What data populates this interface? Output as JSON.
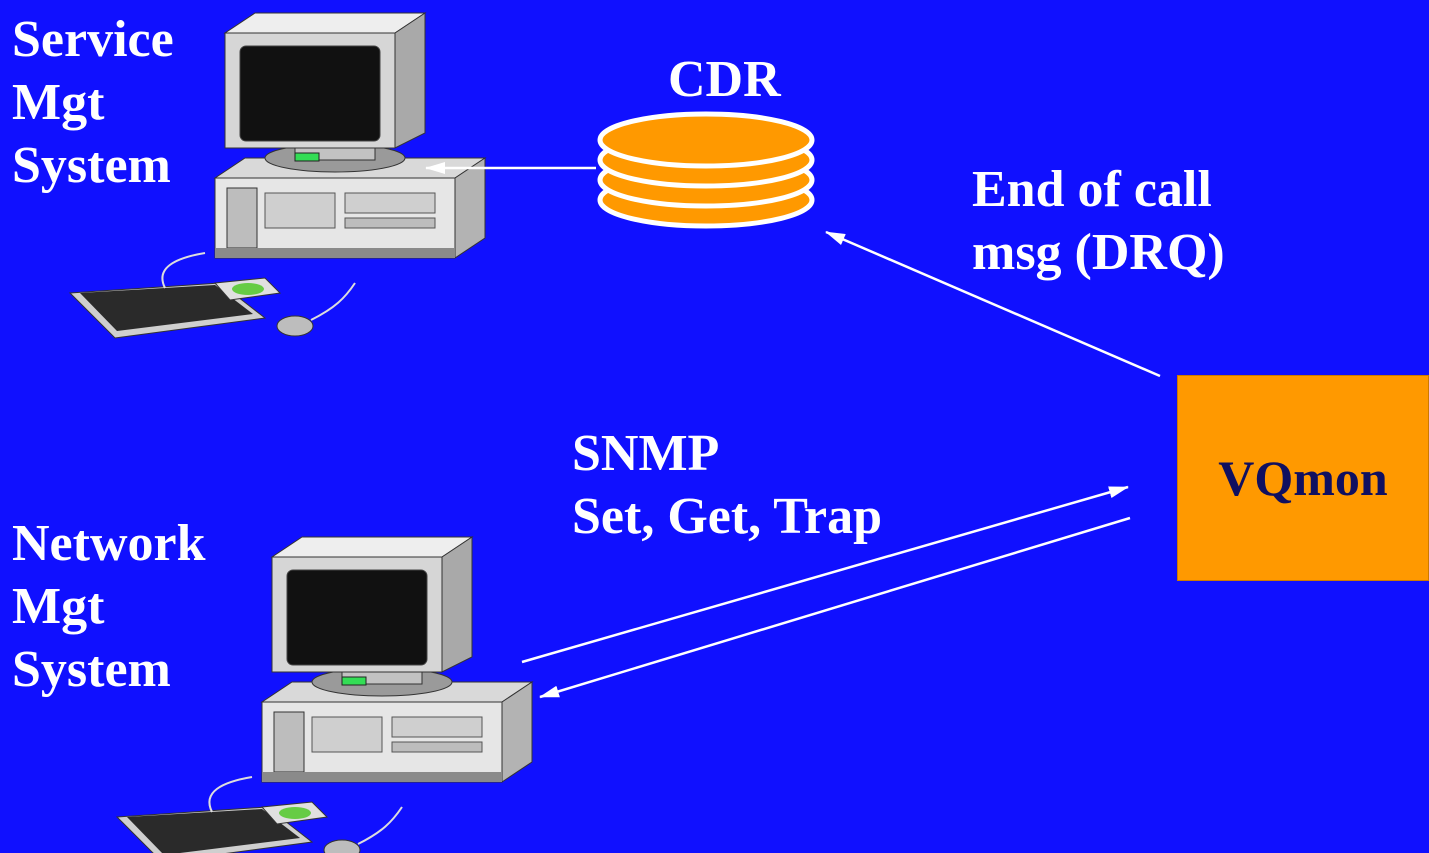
{
  "service_mgt": {
    "lines": [
      "Service",
      "Mgt",
      "System"
    ]
  },
  "network_mgt": {
    "lines": [
      "Network",
      "Mgt",
      "System"
    ]
  },
  "cdr": {
    "label": "CDR"
  },
  "end_of_call": {
    "lines": [
      "End of call",
      "msg (DRQ)"
    ]
  },
  "snmp": {
    "lines": [
      "SNMP",
      "Set, Get, Trap"
    ]
  },
  "vqmon": {
    "label": "VQmon"
  },
  "colors": {
    "background": "#1010ff",
    "text": "#ffffff",
    "accent": "#ff9900",
    "database": "#ff9900",
    "vqmon_text": "#101060"
  }
}
